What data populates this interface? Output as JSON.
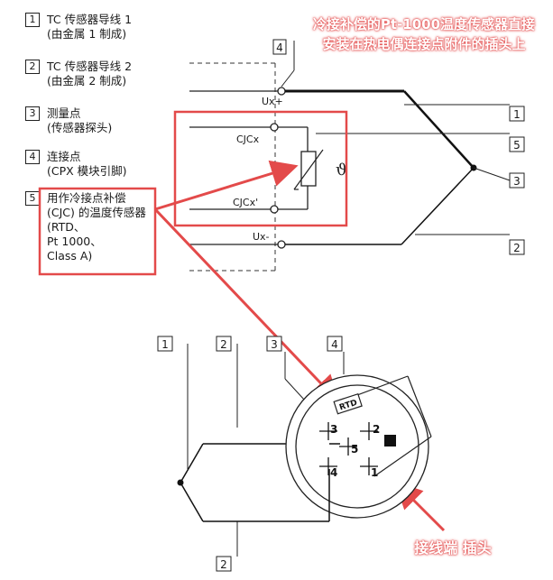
{
  "legend": [
    {
      "num": "1",
      "line1": "TC 传感器导线 1",
      "line2": "(由金属 1 制成)"
    },
    {
      "num": "2",
      "line1": "TC 传感器导线 2",
      "line2": "(由金属 2 制成)"
    },
    {
      "num": "3",
      "line1": "测量点",
      "line2": "(传感器探头)"
    },
    {
      "num": "4",
      "line1": "连接点",
      "line2": "(CPX 模块引脚)"
    },
    {
      "num": "5",
      "line1": "用作冷接点补偿(CJC) 的温度传感器 (RTD、",
      "line2": "Pt 1000、\nClass A)"
    }
  ],
  "annotations": {
    "top_note": "冷接补偿的Pt-1000温度传感器直接安装在热电偶连接点附件的插头上",
    "bottom_note": "接线端 插头"
  },
  "circuit_labels": {
    "ux_plus": "Ux+",
    "cjcx": "CJCx",
    "cjcx_prime": "CJCx'",
    "ux_minus": "Ux-",
    "theta": "ϑ"
  },
  "top_numbers": [
    "4",
    "1",
    "5",
    "3",
    "2"
  ],
  "connector": {
    "rtd": "RTD",
    "pins": [
      "1",
      "2",
      "3",
      "4",
      "5"
    ],
    "top_numbers": [
      "1",
      "2",
      "3",
      "4"
    ],
    "bottom_number": "2"
  },
  "colors": {
    "annotation_red": "#e34a4a",
    "line": "#1a1a1a"
  }
}
